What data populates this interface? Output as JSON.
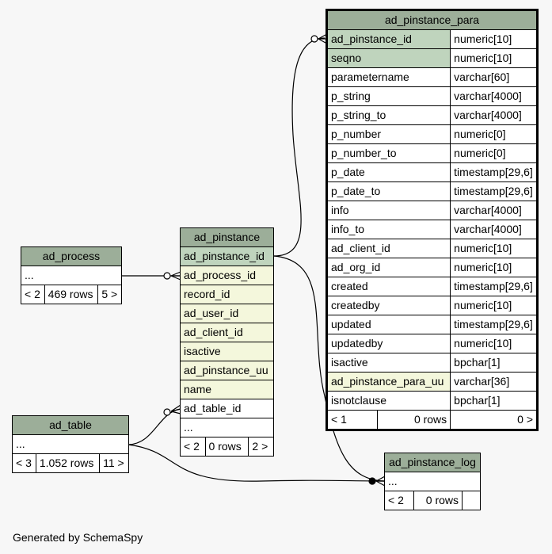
{
  "ad_pinstance_para": {
    "title": "ad_pinstance_para",
    "columns": [
      {
        "name": "ad_pinstance_id",
        "type": "numeric[10]"
      },
      {
        "name": "seqno",
        "type": "numeric[10]"
      },
      {
        "name": "parametername",
        "type": "varchar[60]"
      },
      {
        "name": "p_string",
        "type": "varchar[4000]"
      },
      {
        "name": "p_string_to",
        "type": "varchar[4000]"
      },
      {
        "name": "p_number",
        "type": "numeric[0]"
      },
      {
        "name": "p_number_to",
        "type": "numeric[0]"
      },
      {
        "name": "p_date",
        "type": "timestamp[29,6]"
      },
      {
        "name": "p_date_to",
        "type": "timestamp[29,6]"
      },
      {
        "name": "info",
        "type": "varchar[4000]"
      },
      {
        "name": "info_to",
        "type": "varchar[4000]"
      },
      {
        "name": "ad_client_id",
        "type": "numeric[10]"
      },
      {
        "name": "ad_org_id",
        "type": "numeric[10]"
      },
      {
        "name": "created",
        "type": "timestamp[29,6]"
      },
      {
        "name": "createdby",
        "type": "numeric[10]"
      },
      {
        "name": "updated",
        "type": "timestamp[29,6]"
      },
      {
        "name": "updatedby",
        "type": "numeric[10]"
      },
      {
        "name": "isactive",
        "type": "bpchar[1]"
      },
      {
        "name": "ad_pinstance_para_uu",
        "type": "varchar[36]"
      },
      {
        "name": "isnotclause",
        "type": "bpchar[1]"
      }
    ],
    "footer": {
      "parents": "< 1",
      "rows": "0 rows",
      "children": "0 >"
    }
  },
  "ad_pinstance": {
    "title": "ad_pinstance",
    "columns": [
      "ad_pinstance_id",
      "ad_process_id",
      "record_id",
      "ad_user_id",
      "ad_client_id",
      "isactive",
      "ad_pinstance_uu",
      "name",
      "ad_table_id"
    ],
    "ellipsis": "...",
    "footer": {
      "parents": "< 2",
      "rows": "0 rows",
      "children": "2 >"
    }
  },
  "ad_process": {
    "title": "ad_process",
    "ellipsis": "...",
    "footer": {
      "parents": "< 2",
      "rows": "469 rows",
      "children": "5 >"
    }
  },
  "ad_table": {
    "title": "ad_table",
    "ellipsis": "...",
    "footer": {
      "parents": "< 3",
      "rows": "1.052 rows",
      "children": "11 >"
    }
  },
  "ad_pinstance_log": {
    "title": "ad_pinstance_log",
    "ellipsis": "...",
    "footer": {
      "parents": "< 2",
      "rows": "0 rows",
      "children": ""
    }
  },
  "footer_text": "Generated by SchemaSpy",
  "colors": {
    "header": "#9cae99",
    "key": "#bfd4bd",
    "indexed": "#f4f7dc",
    "background": "#f7f7f7"
  }
}
